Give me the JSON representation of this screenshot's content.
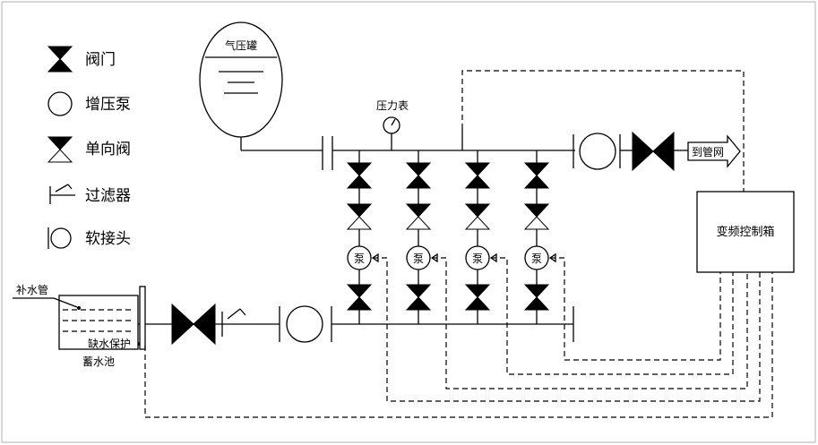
{
  "legend": {
    "valve": "阀门",
    "booster_pump": "增压泵",
    "check_valve": "单向阀",
    "filter": "过滤器",
    "soft_joint": "软接头"
  },
  "labels": {
    "pressure_tank": "气压罐",
    "pressure_gauge": "压力表",
    "to_network": "到管网",
    "vfd_box": "变频控制箱",
    "makeup_pipe": "补水管",
    "low_water_protect": "缺水保护",
    "reservoir": "蓄水池",
    "pump": "泵"
  }
}
